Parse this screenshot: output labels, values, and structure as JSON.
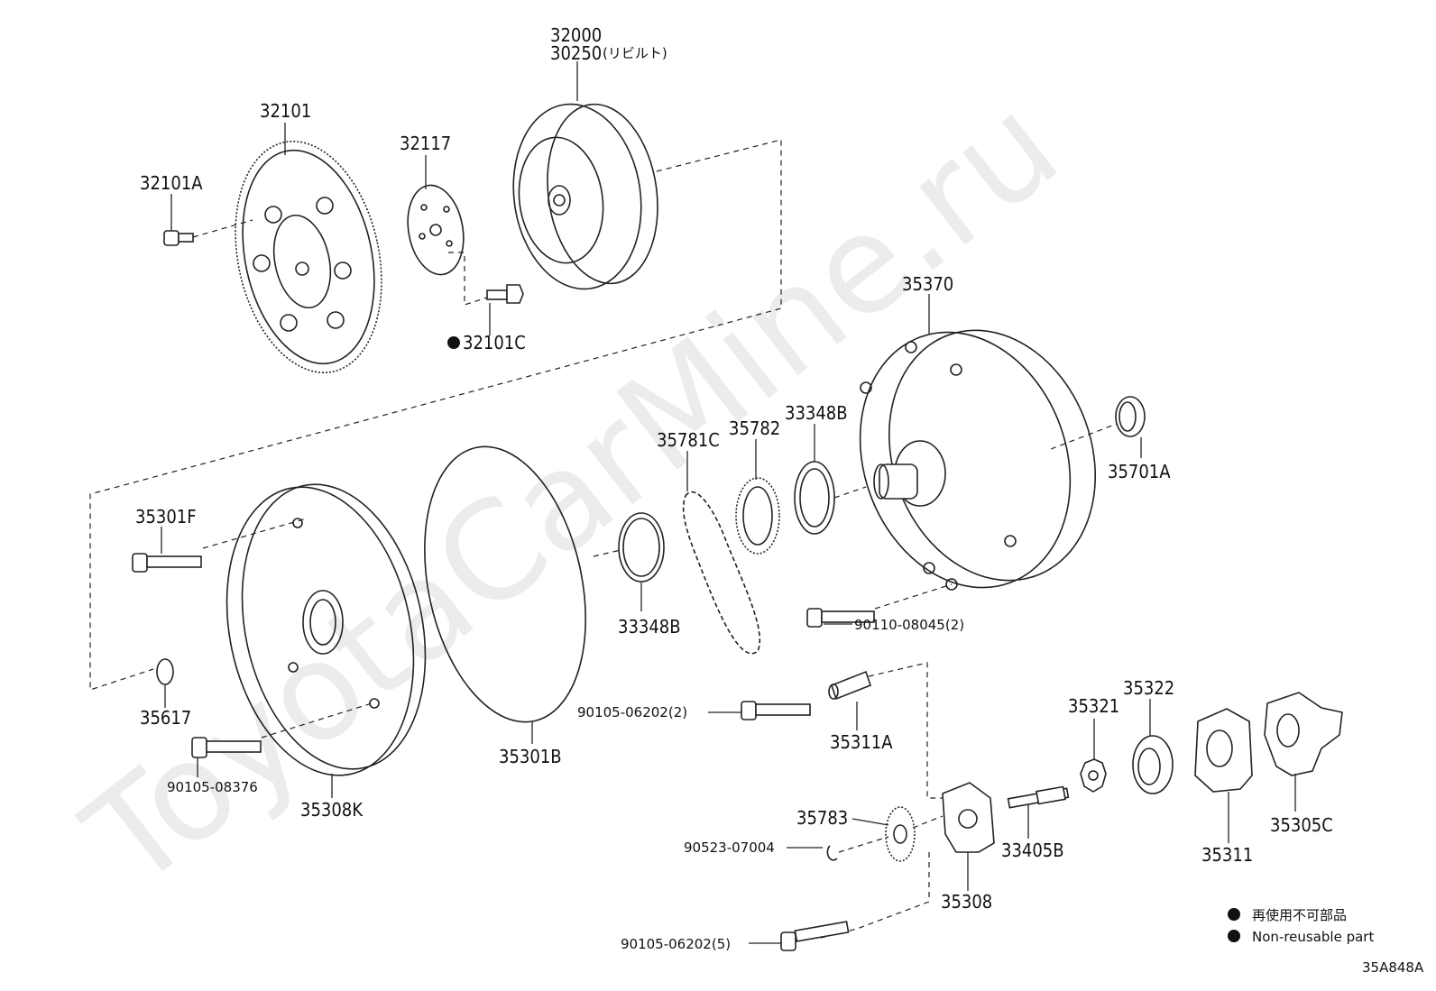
{
  "watermark": "ToyotaCarMine.ru",
  "figure_code": "35A848A",
  "legend": {
    "jp": "再使用不可部品",
    "en": "Non-reusable part"
  },
  "labels": {
    "p32000": "32000",
    "p30250": "30250",
    "p30250_note": "(リビルト)",
    "p32101": "32101",
    "p32101A": "32101A",
    "p32117": "32117",
    "p32101C": "32101C",
    "p35370": "35370",
    "p35701A": "35701A",
    "p33348B_top": "33348B",
    "p35782": "35782",
    "p35781C": "35781C",
    "p35301F": "35301F",
    "p33348B_bot": "33348B",
    "p90110": "90110-08045(2)",
    "p35617": "35617",
    "p90105_06202_2": "90105-06202(2)",
    "p35311A": "35311A",
    "p35321": "35321",
    "p35322": "35322",
    "p90105_08376": "90105-08376",
    "p35308K": "35308K",
    "p35301B": "35301B",
    "p35783": "35783",
    "p90523": "90523-07004",
    "p33405B": "33405B",
    "p35311": "35311",
    "p35305C": "35305C",
    "p35308": "35308",
    "p90105_06202_5": "90105-06202(5)"
  }
}
